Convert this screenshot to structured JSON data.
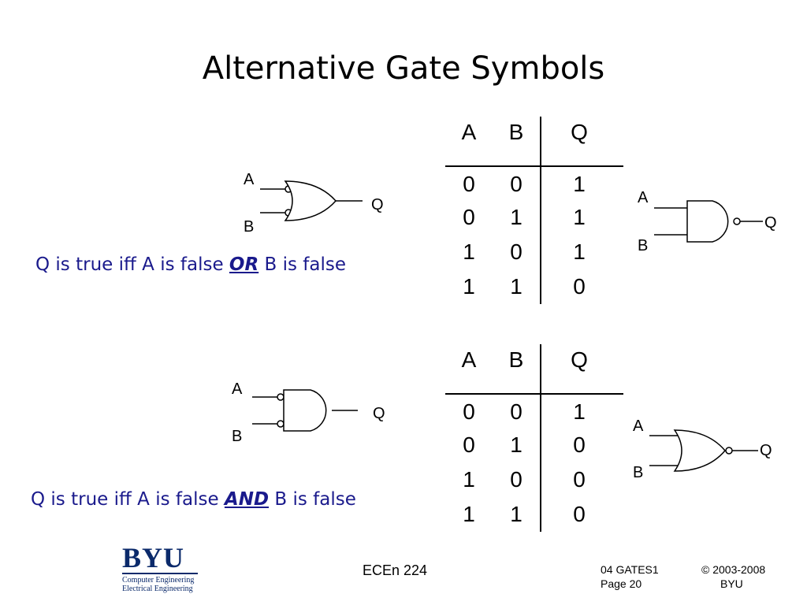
{
  "title": "Alternative Gate Symbols",
  "section1": {
    "gate_left": {
      "input_a": "A",
      "input_b": "B",
      "output": "Q"
    },
    "gate_right": {
      "input_a": "A",
      "input_b": "B",
      "output": "Q"
    },
    "description": {
      "prefix": "Q is true iff A is false ",
      "keyword": "OR",
      "suffix": " B is false"
    },
    "truth_table": {
      "headers": [
        "A",
        "B",
        "Q"
      ],
      "rows": [
        [
          "0",
          "0",
          "1"
        ],
        [
          "0",
          "1",
          "1"
        ],
        [
          "1",
          "0",
          "1"
        ],
        [
          "1",
          "1",
          "0"
        ]
      ]
    }
  },
  "section2": {
    "gate_left": {
      "input_a": "A",
      "input_b": "B",
      "output": "Q"
    },
    "gate_right": {
      "input_a": "A",
      "input_b": "B",
      "output": "Q"
    },
    "description": {
      "prefix": "Q is true iff A is false ",
      "keyword": "AND",
      "suffix": " B is false"
    },
    "truth_table": {
      "headers": [
        "A",
        "B",
        "Q"
      ],
      "rows": [
        [
          "0",
          "0",
          "1"
        ],
        [
          "0",
          "1",
          "0"
        ],
        [
          "1",
          "0",
          "0"
        ],
        [
          "1",
          "1",
          "0"
        ]
      ]
    }
  },
  "footer": {
    "logo_text": "BYU",
    "logo_line1": "Computer Engineering",
    "logo_line2": "Electrical Engineering",
    "course": "ECEn 224",
    "file": "04 GATES1",
    "page": "Page 20",
    "copyright": "© 2003-2008",
    "org": "BYU"
  },
  "colors": {
    "text": "#000000",
    "description": "#1a1a8c",
    "logo": "#0b2a6b"
  }
}
